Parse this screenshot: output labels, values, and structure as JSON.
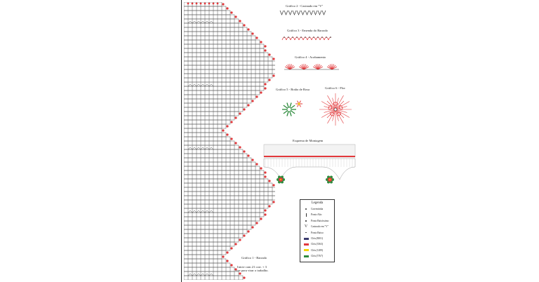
{
  "document": {
    "charts": {
      "grafico1": {
        "title": "Gráfico 1 - Barrado"
      },
      "grafico2": {
        "title": "Gráfico 2 - Casinado em \"V\""
      },
      "grafico3": {
        "title": "Gráfico 3 - Emenda do Barrado"
      },
      "grafico4": {
        "title": "Gráfico 4 - Acabamento"
      },
      "grafico5": {
        "title": "Gráfico 5 - Botão de Rosa"
      },
      "grafico6": {
        "title": "Gráfico 6 - Flor"
      },
      "esquema": {
        "title": "Esquema de Montagem"
      }
    },
    "start_note": "Inicie com 21 corr. + 3 corr para virar o trabalho."
  },
  "legend": {
    "title": "Legenda",
    "items": [
      {
        "symbol": "dot-icon",
        "label": "Correntinha"
      },
      {
        "symbol": "tick-icon",
        "label": "Ponto Alto"
      },
      {
        "symbol": "small-dot-icon",
        "label": "Ponto Baixíssimo"
      },
      {
        "symbol": "v-stitch-icon",
        "label": "Casinado em \"V\"",
        "text": "V"
      },
      {
        "symbol": "small-dot-icon",
        "label": "Ponto Baixo"
      },
      {
        "symbol": "swatch",
        "color": "#3a3a6e",
        "label": "Cléa (8001)"
      },
      {
        "symbol": "swatch",
        "color": "#e2393c",
        "label": "Cléa (3563)"
      },
      {
        "symbol": "swatch",
        "color": "#f5d400",
        "label": "Cléa (1289)"
      },
      {
        "symbol": "swatch",
        "color": "#2e8b3d",
        "label": "Cléa (5767)"
      }
    ]
  },
  "colors": {
    "red": "#e2393c",
    "green": "#2e8b3d",
    "yellow": "#f5d400",
    "ink": "#333333"
  }
}
